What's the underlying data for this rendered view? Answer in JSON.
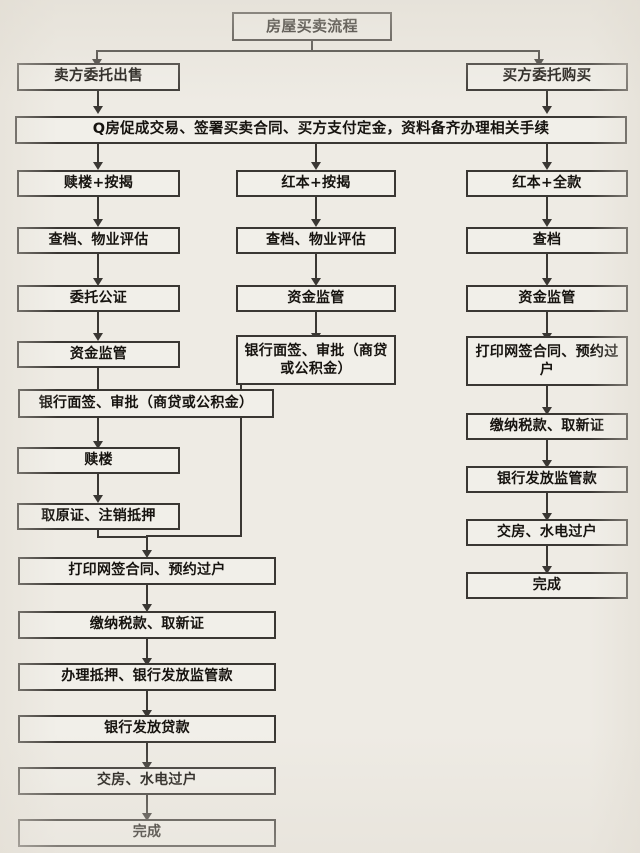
{
  "document": {
    "title": "房屋买卖流程",
    "type": "flowchart",
    "language": "zh-CN",
    "colors": {
      "page_background": "#eeebe4",
      "node_fill": "#f1efe9",
      "stroke": "#3a3733",
      "text": "#16130f"
    }
  },
  "title_node": {
    "label": "房屋买卖流程"
  },
  "branches": {
    "seller": {
      "label": "卖方委托出售"
    },
    "buyer": {
      "label": "买方委托购买"
    }
  },
  "shared_step": {
    "label": "Q房促成交易、签署买卖合同、买方支付定金，资料备齐办理相关手续"
  },
  "columns": [
    {
      "id": "col-left",
      "header": "赎楼+按揭",
      "steps": [
        {
          "label": "赎楼+按揭"
        },
        {
          "label": "查档、物业评估"
        },
        {
          "label": "委托公证"
        },
        {
          "label": "资金监管"
        },
        {
          "label": "银行面签、审批（商贷或公积金）"
        },
        {
          "label": "赎楼"
        },
        {
          "label": "取原证、注销抵押"
        },
        {
          "label": "打印网签合同、预约过户"
        },
        {
          "label": "缴纳税款、取新证"
        },
        {
          "label": "办理抵押、银行发放监管款"
        },
        {
          "label": "银行发放贷款"
        },
        {
          "label": "交房、水电过户"
        },
        {
          "label": "完成"
        }
      ]
    },
    {
      "id": "col-middle",
      "header": "红本+按揭",
      "steps": [
        {
          "label": "红本+按揭"
        },
        {
          "label": "查档、物业评估"
        },
        {
          "label": "资金监管"
        },
        {
          "label": "银行面签、审批（商贷或公积金）"
        }
      ]
    },
    {
      "id": "col-right",
      "header": "红本+全款",
      "steps": [
        {
          "label": "红本+全款"
        },
        {
          "label": "查档"
        },
        {
          "label": "资金监管"
        },
        {
          "label": "打印网签合同、预约过户"
        },
        {
          "label": "缴纳税款、取新证"
        },
        {
          "label": "银行发放监管款"
        },
        {
          "label": "交房、水电过户"
        },
        {
          "label": "完成"
        }
      ]
    }
  ]
}
